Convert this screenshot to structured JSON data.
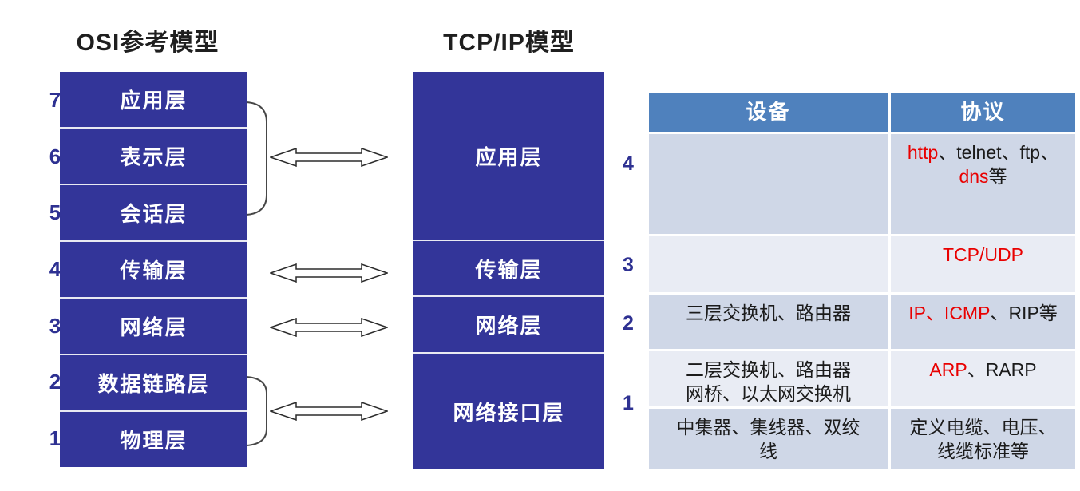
{
  "titles": {
    "osi": "OSI参考模型",
    "tcpip": "TCP/IP模型"
  },
  "osi_model": {
    "layers": [
      {
        "num": "7",
        "label": "应用层"
      },
      {
        "num": "6",
        "label": "表示层"
      },
      {
        "num": "5",
        "label": "会话层"
      },
      {
        "num": "4",
        "label": "传输层"
      },
      {
        "num": "3",
        "label": "网络层"
      },
      {
        "num": "2",
        "label": "数据链路层"
      },
      {
        "num": "1",
        "label": "物理层"
      }
    ]
  },
  "tcpip_model": {
    "layers": [
      {
        "label": "应用层"
      },
      {
        "label": "传输层"
      },
      {
        "label": "网络层"
      },
      {
        "label": "网络接口层"
      }
    ]
  },
  "comparison_table": {
    "headers": {
      "device": "设备",
      "protocol": "协议"
    },
    "row_numbers": [
      "4",
      "3",
      "2",
      "1"
    ],
    "rows": [
      {
        "device_lines": [],
        "protocol_lines": [
          [
            {
              "text": "http",
              "color": "red"
            },
            {
              "text": "、telnet、ftp、",
              "color": "black"
            }
          ],
          [
            {
              "text": "dns",
              "color": "red"
            },
            {
              "text": "等",
              "color": "black"
            }
          ]
        ]
      },
      {
        "device_lines": [],
        "protocol_lines": [
          [
            {
              "text": "TCP/UDP",
              "color": "red"
            }
          ]
        ]
      },
      {
        "device_lines": [
          "三层交换机、路由器"
        ],
        "protocol_lines": [
          [
            {
              "text": "IP、ICMP",
              "color": "red"
            },
            {
              "text": "、RIP等",
              "color": "black"
            }
          ]
        ]
      },
      {
        "device_lines": [
          "二层交换机、路由器",
          "网桥、以太网交换机"
        ],
        "protocol_lines": [
          [
            {
              "text": "ARP",
              "color": "red"
            },
            {
              "text": "、RARP",
              "color": "black"
            }
          ]
        ]
      },
      {
        "device_lines": [
          "中集器、集线器、双绞",
          "线"
        ],
        "protocol_lines": [
          [
            {
              "text": "定义电缆、电压、",
              "color": "black"
            }
          ],
          [
            {
              "text": "线缆标准等",
              "color": "black"
            }
          ]
        ]
      }
    ]
  },
  "colors": {
    "model_box_fill": "#333599",
    "layer_text": "#ffffff",
    "layer_number": "#2e3192",
    "table_header_bg": "#4f81bd",
    "table_band_dark": "#cfd7e7",
    "table_band_light": "#e9ecf4",
    "protocol_highlight_red": "#e90000",
    "body_text": "#1b1b1b"
  }
}
